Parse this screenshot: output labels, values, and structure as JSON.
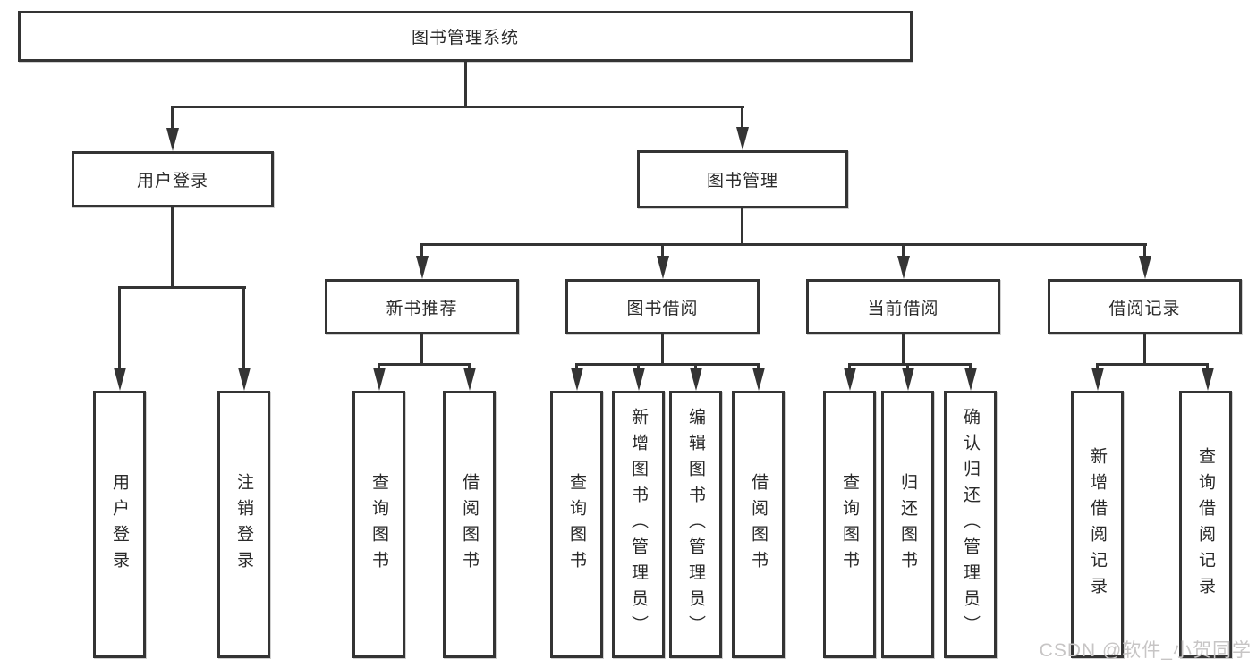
{
  "diagram": {
    "type": "tree-hierarchy",
    "colors": {
      "line": "#343434",
      "node_border": "#343434",
      "text": "#2a2a2a",
      "background": "#ffffff",
      "watermark": "#c7c5c5"
    },
    "nodes": {
      "root": "图书管理系统",
      "user_login": {
        "label": "用户登录",
        "children": [
          "用户登录",
          "注销登录"
        ]
      },
      "book_mgmt": {
        "label": "图书管理"
      },
      "new_book_rec": {
        "label": "新书推荐",
        "children": [
          "查询图书",
          "借阅图书"
        ]
      },
      "book_borrow": {
        "label": "图书借阅",
        "children": [
          "查询图书",
          "新增图书（管理员）",
          "编辑图书（管理员）",
          "借阅图书"
        ]
      },
      "current_borrow": {
        "label": "当前借阅",
        "children": [
          "查询图书",
          "归还图书",
          "确认归还（管理员）"
        ]
      },
      "borrow_records": {
        "label": "借阅记录",
        "children": [
          "新增借阅记录",
          "查询借阅记录"
        ]
      }
    },
    "watermark": {
      "text": "CSDN @软件_小贺同学"
    }
  }
}
